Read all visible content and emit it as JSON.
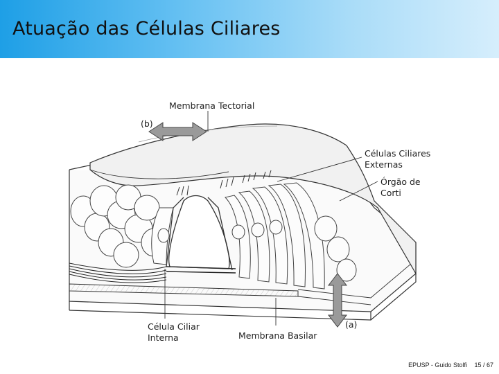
{
  "slide": {
    "title": "Atuação das Células Ciliares"
  },
  "diagram": {
    "labels": {
      "tectorial": "Membrana Tectorial",
      "b": "(b)",
      "outer_line1": "Células Ciliares",
      "outer_line2": "Externas",
      "organ_line1": "Órgão de",
      "organ_line2": "Corti",
      "inner_line1": "Célula Ciliar",
      "inner_line2": "Interna",
      "basilar": "Membrana Basilar",
      "a": "(a)"
    },
    "arrow_color": "#9a9a9a"
  },
  "footer": {
    "source": "EPUSP - Guido Stolfi",
    "page": "15 / 67"
  }
}
